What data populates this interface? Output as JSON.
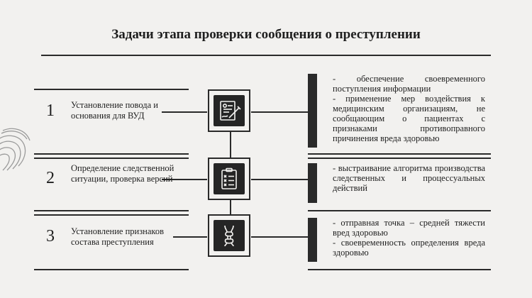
{
  "title": "Задачи этапа проверки сообщения о преступлении",
  "icons": [
    "document-pen-icon",
    "checklist-icon",
    "bone-icon",
    "fingerprint-icon"
  ],
  "steps": [
    {
      "number": "1",
      "label": "Установление повода и основания для ВУД",
      "tasks": [
        "- обеспечение своевременного поступления информации",
        "- применение мер воздействия к медицинским организациям, не сообщающим о пациентах с признаками противоправного причинения вреда здоровью"
      ]
    },
    {
      "number": "2",
      "label": "Определение следственной ситуации, проверка версий",
      "tasks": [
        "- выстраивание алгоритма производства следственных и процессуальных действий"
      ]
    },
    {
      "number": "3",
      "label": "Установление признаков состава преступления",
      "tasks": [
        "- отправная точка – средней тяжести вред здоровью",
        "- своевременность определения вреда здоровью"
      ]
    }
  ]
}
